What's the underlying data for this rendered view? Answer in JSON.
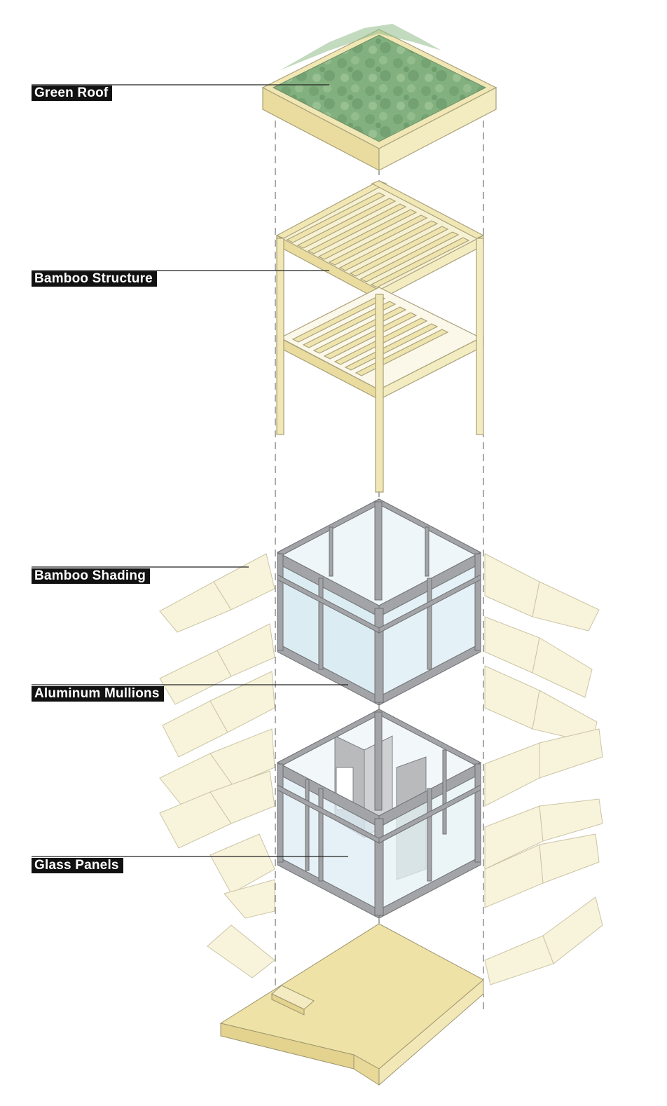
{
  "labels": {
    "green_roof": "Green Roof",
    "bamboo_structure": "Bamboo Structure",
    "bamboo_shading": "Bamboo Shading",
    "aluminum_mullions": "Aluminum Mullions",
    "glass_panels": "Glass Panels"
  },
  "colors": {
    "label_bg": "#111111",
    "label_text": "#ffffff",
    "leader_line": "#222222",
    "green_roof": "#7fae7c",
    "bamboo": "#f1e7b4",
    "bamboo_edge": "#a8a07a",
    "shading": "#f7f2d8",
    "aluminum": "#9a9b9e",
    "glass": "#dcecf3",
    "base": "#efe2a6",
    "partition": "#b9babb"
  }
}
